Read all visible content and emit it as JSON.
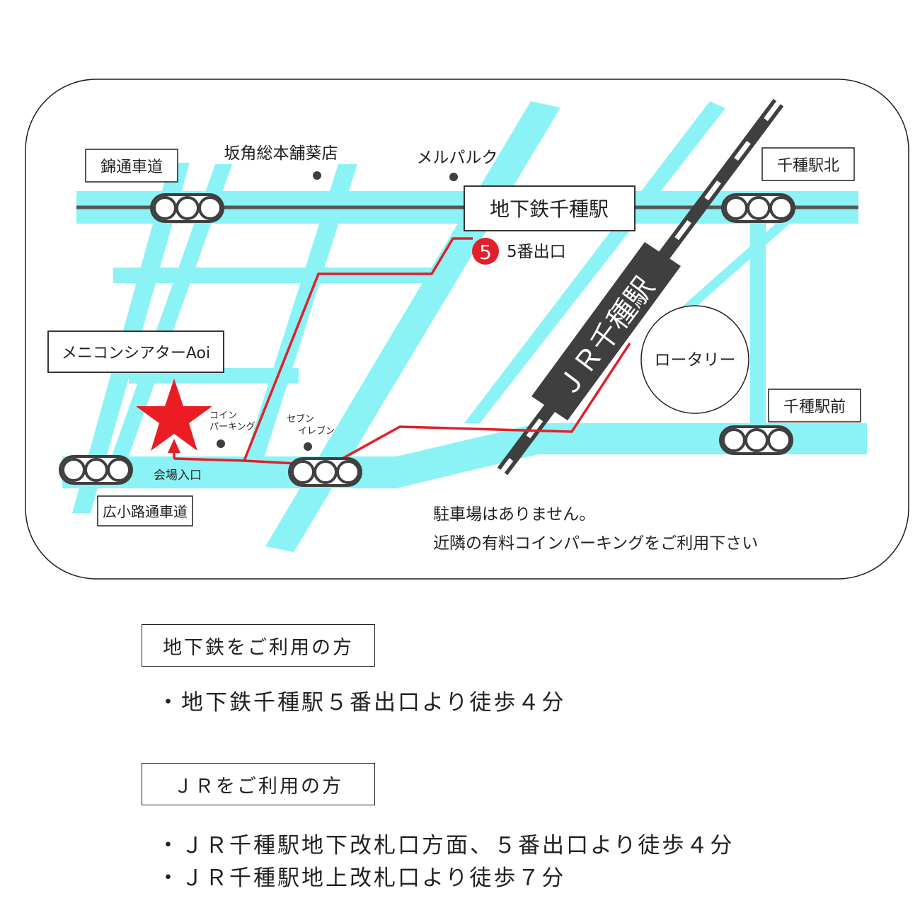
{
  "colors": {
    "road": "#8bf3f6",
    "route": "#e0202a",
    "star": "#ec1c24",
    "rail": "#3f3f3f",
    "text": "#231f20"
  },
  "map": {
    "streets": {
      "nishiki": "錦通車道",
      "hirokoji": "広小路通車道"
    },
    "intersections": {
      "chikusa_kita": "千種駅北",
      "chikusa_mae": "千種駅前"
    },
    "stations": {
      "subway": "地下鉄千種駅",
      "jr": "ＪＲ千種駅"
    },
    "exit": {
      "badge": "5",
      "label": "5番出口"
    },
    "landmarks": {
      "sakatsuno": "坂角総本舗葵店",
      "melparque": "メルパルク",
      "venue": "メニコンシアターAoi",
      "coin_parking_1": "コイン",
      "coin_parking_2": "パーキング",
      "seven_1": "セブン",
      "seven_2": "イレブン",
      "rotary": "ロータリー"
    },
    "entrance": "会場入口",
    "parking_note_1": "駐車場はありません。",
    "parking_note_2": "近隣の有料コインパーキングをご利用下さい"
  },
  "access": {
    "subway": {
      "heading": "地下鉄をご利用の方",
      "lines": [
        "・地下鉄千種駅５番出口より徒歩４分"
      ]
    },
    "jr": {
      "heading": "ＪＲをご利用の方",
      "lines": [
        "・ＪＲ千種駅地下改札口方面、５番出口より徒歩４分",
        "・ＪＲ千種駅地上改札口より徒歩７分"
      ]
    }
  }
}
